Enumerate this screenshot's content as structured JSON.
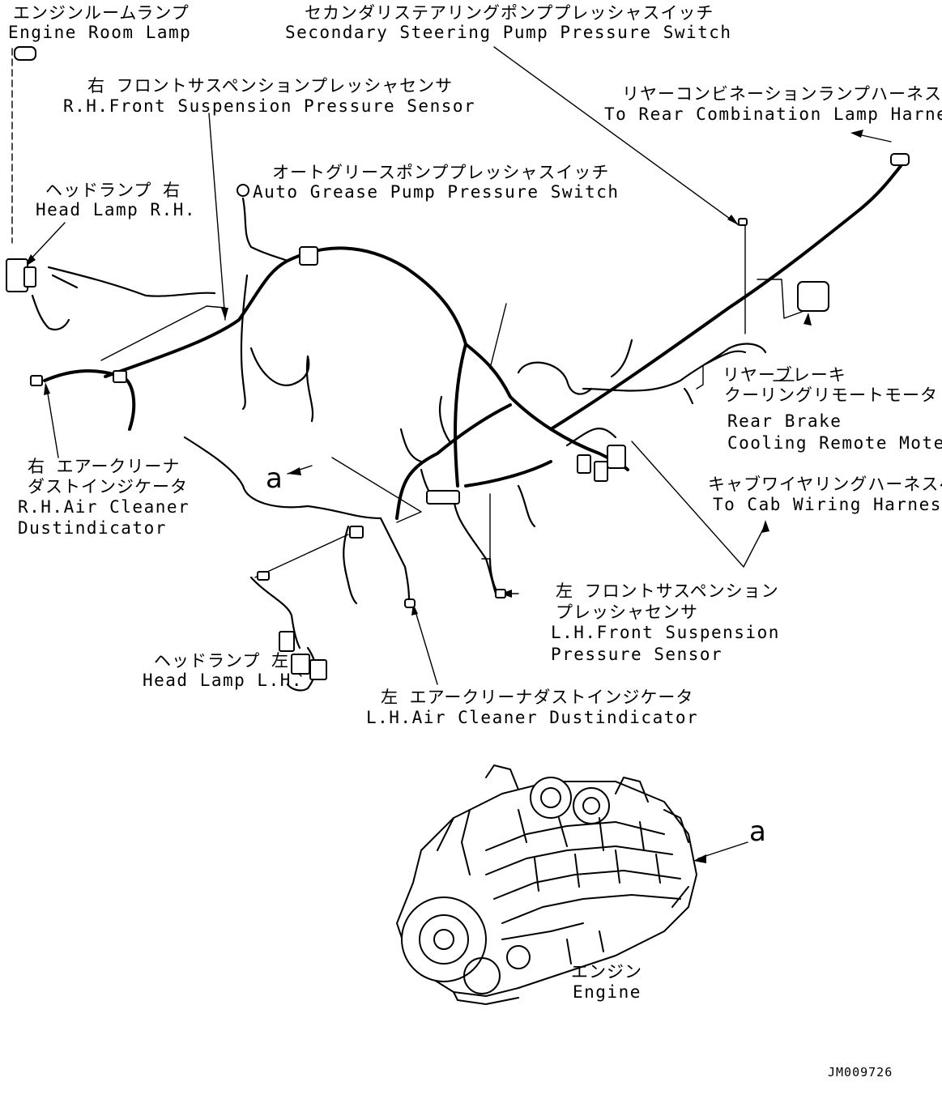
{
  "labels": {
    "engine_room_lamp": {
      "jp": "エンジンルームランプ",
      "en": "Engine Room Lamp"
    },
    "secondary_steering": {
      "jp": "セカンダリステアリングポンププレッシャスイッチ",
      "en": "Secondary Steering Pump Pressure Switch"
    },
    "rh_front_susp": {
      "jp": "右 フロントサスペンションプレッシャセンサ",
      "en": "R.H.Front Suspension Pressure Sensor"
    },
    "rear_combination": {
      "jp": "リヤーコンビネーションランプハーネスへ",
      "en": "To Rear Combination Lamp Harness"
    },
    "auto_grease": {
      "jp": "オートグリースポンププレッシャスイッチ",
      "en": "Auto Grease Pump Pressure Switch"
    },
    "head_lamp_rh": {
      "jp": "ヘッドランプ 右",
      "en": "Head Lamp R.H."
    },
    "rear_brake": {
      "jp1": "リヤーブレーキ",
      "jp2": "クーリングリモートモータ",
      "en1": "Rear Brake",
      "en2": "Cooling Remote Moter"
    },
    "rh_air_cleaner": {
      "jp1": "右 エアークリーナ",
      "jp2": "ダストインジケータ",
      "en1": "R.H.Air Cleaner",
      "en2": "Dustindicator"
    },
    "detail_a": "a",
    "cab_wiring": {
      "jp": "キャブワイヤリングハーネスへ",
      "en": "To Cab Wiring Harness"
    },
    "lh_front_susp": {
      "jp1": "左 フロントサスペンション",
      "jp2": "プレッシャセンサ",
      "en1": "L.H.Front Suspension",
      "en2": "Pressure Sensor"
    },
    "head_lamp_lh": {
      "jp": "ヘッドランプ 左",
      "en": "Head Lamp L.H."
    },
    "lh_air_cleaner": {
      "jp": "左 エアークリーナダストインジケータ",
      "en": "L.H.Air Cleaner Dustindicator"
    },
    "engine": {
      "jp": "エンジン",
      "en": "Engine"
    },
    "drawing_code": "JM009726"
  },
  "colors": {
    "ink": "#000000",
    "paper": "#ffffff"
  }
}
